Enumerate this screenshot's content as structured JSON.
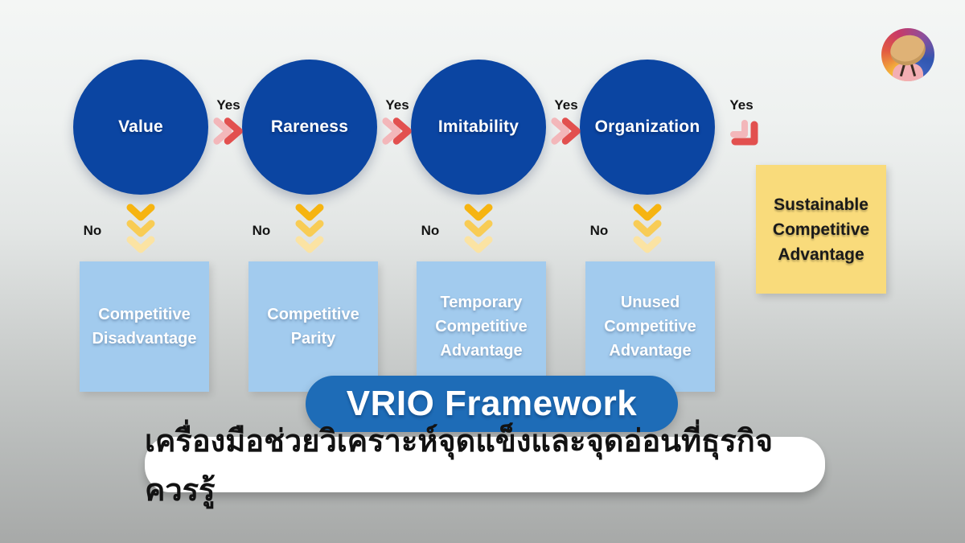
{
  "page": {
    "title_pill": "VRIO Framework",
    "subtitle_thai": "เครื่องมือช่วยวิเคราะห์จุดแข็งและจุดอ่อนที่ธุรกิจควรรู้"
  },
  "stages": [
    {
      "label": "Value",
      "yes_label": "Yes",
      "no_label": "No",
      "outcome": "Competitive\nDisadvantage"
    },
    {
      "label": "Rareness",
      "yes_label": "Yes",
      "no_label": "No",
      "outcome": "Competitive\nParity"
    },
    {
      "label": "Imitability",
      "yes_label": "Yes",
      "no_label": "No",
      "outcome": "Temporary\nCompetitive\nAdvantage"
    },
    {
      "label": "Organization",
      "yes_label": "Yes",
      "no_label": "No",
      "outcome": "Unused\nCompetitive\nAdvantage"
    }
  ],
  "final_outcome": "Sustainable\nCompetitive\nAdvantage",
  "icons": {
    "yes_arrow": "double-chevron-right-icon",
    "yes_turn_arrow": "corner-turn-down-icon",
    "no_arrow": "triple-chevron-down-icon",
    "brand": "traveler-avatar-icon"
  },
  "colors": {
    "circle_blue": "#0B45A2",
    "pill_blue": "#1E6CB7",
    "outcome_blue": "#A2CBEE",
    "final_yellow": "#F9DB7B",
    "chevron_red": "#E2504F",
    "chevron_pink": "#F3B7BA",
    "chevron_gold_1": "#F6B411",
    "chevron_gold_2": "#F8CC55",
    "chevron_gold_3": "#FBE3A3"
  }
}
